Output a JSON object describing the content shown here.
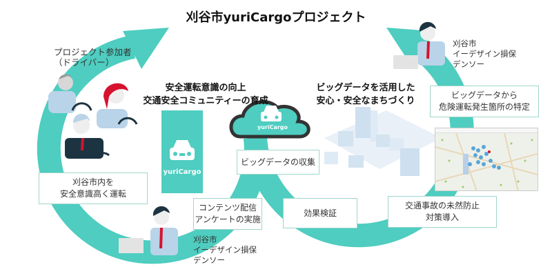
{
  "title": "刈谷市yuriCargoプロジェクト",
  "colors": {
    "teal": "#4ecdc0",
    "accent_red": "#d6122f",
    "navy": "#1c3341",
    "shirt": "#b9d3e8",
    "box_border": "#9fd6cc"
  },
  "left_loop": {
    "theme_lines": [
      "安全運転意識の向上",
      "交通安全コミュニティーの育成"
    ]
  },
  "right_loop": {
    "theme_lines": [
      "ビッグデータを活用した",
      "安心・安全なまちづくり"
    ]
  },
  "participants": {
    "label_lines": [
      "プロジェクト参加者",
      "（ドライバー）"
    ]
  },
  "operators_top": {
    "label_lines": [
      "刈谷市",
      "イーデザイン損保",
      "デンソー"
    ]
  },
  "operators_bottom": {
    "label_lines": [
      "刈谷市",
      "イーデザイン損保",
      "デンソー"
    ]
  },
  "app": {
    "name": "yuriCargo",
    "icon": "car-icon"
  },
  "cloud": {
    "name": "yuriCargo",
    "icon": "cloud-icon"
  },
  "boxes": {
    "drive_safely": [
      "刈谷市内を",
      "安全意識高く運転"
    ],
    "content_delivery": [
      "コンテンツ配信",
      "アンケートの実施"
    ],
    "big_data_collection": [
      "ビッグデータの収集"
    ],
    "effect_verification": [
      "効果検証"
    ],
    "danger_spot_identification": [
      "ビッグデータから",
      "危険運転発生箇所の特定"
    ],
    "accident_prevention": [
      "交通事故の未然防止",
      "対策導入"
    ]
  }
}
